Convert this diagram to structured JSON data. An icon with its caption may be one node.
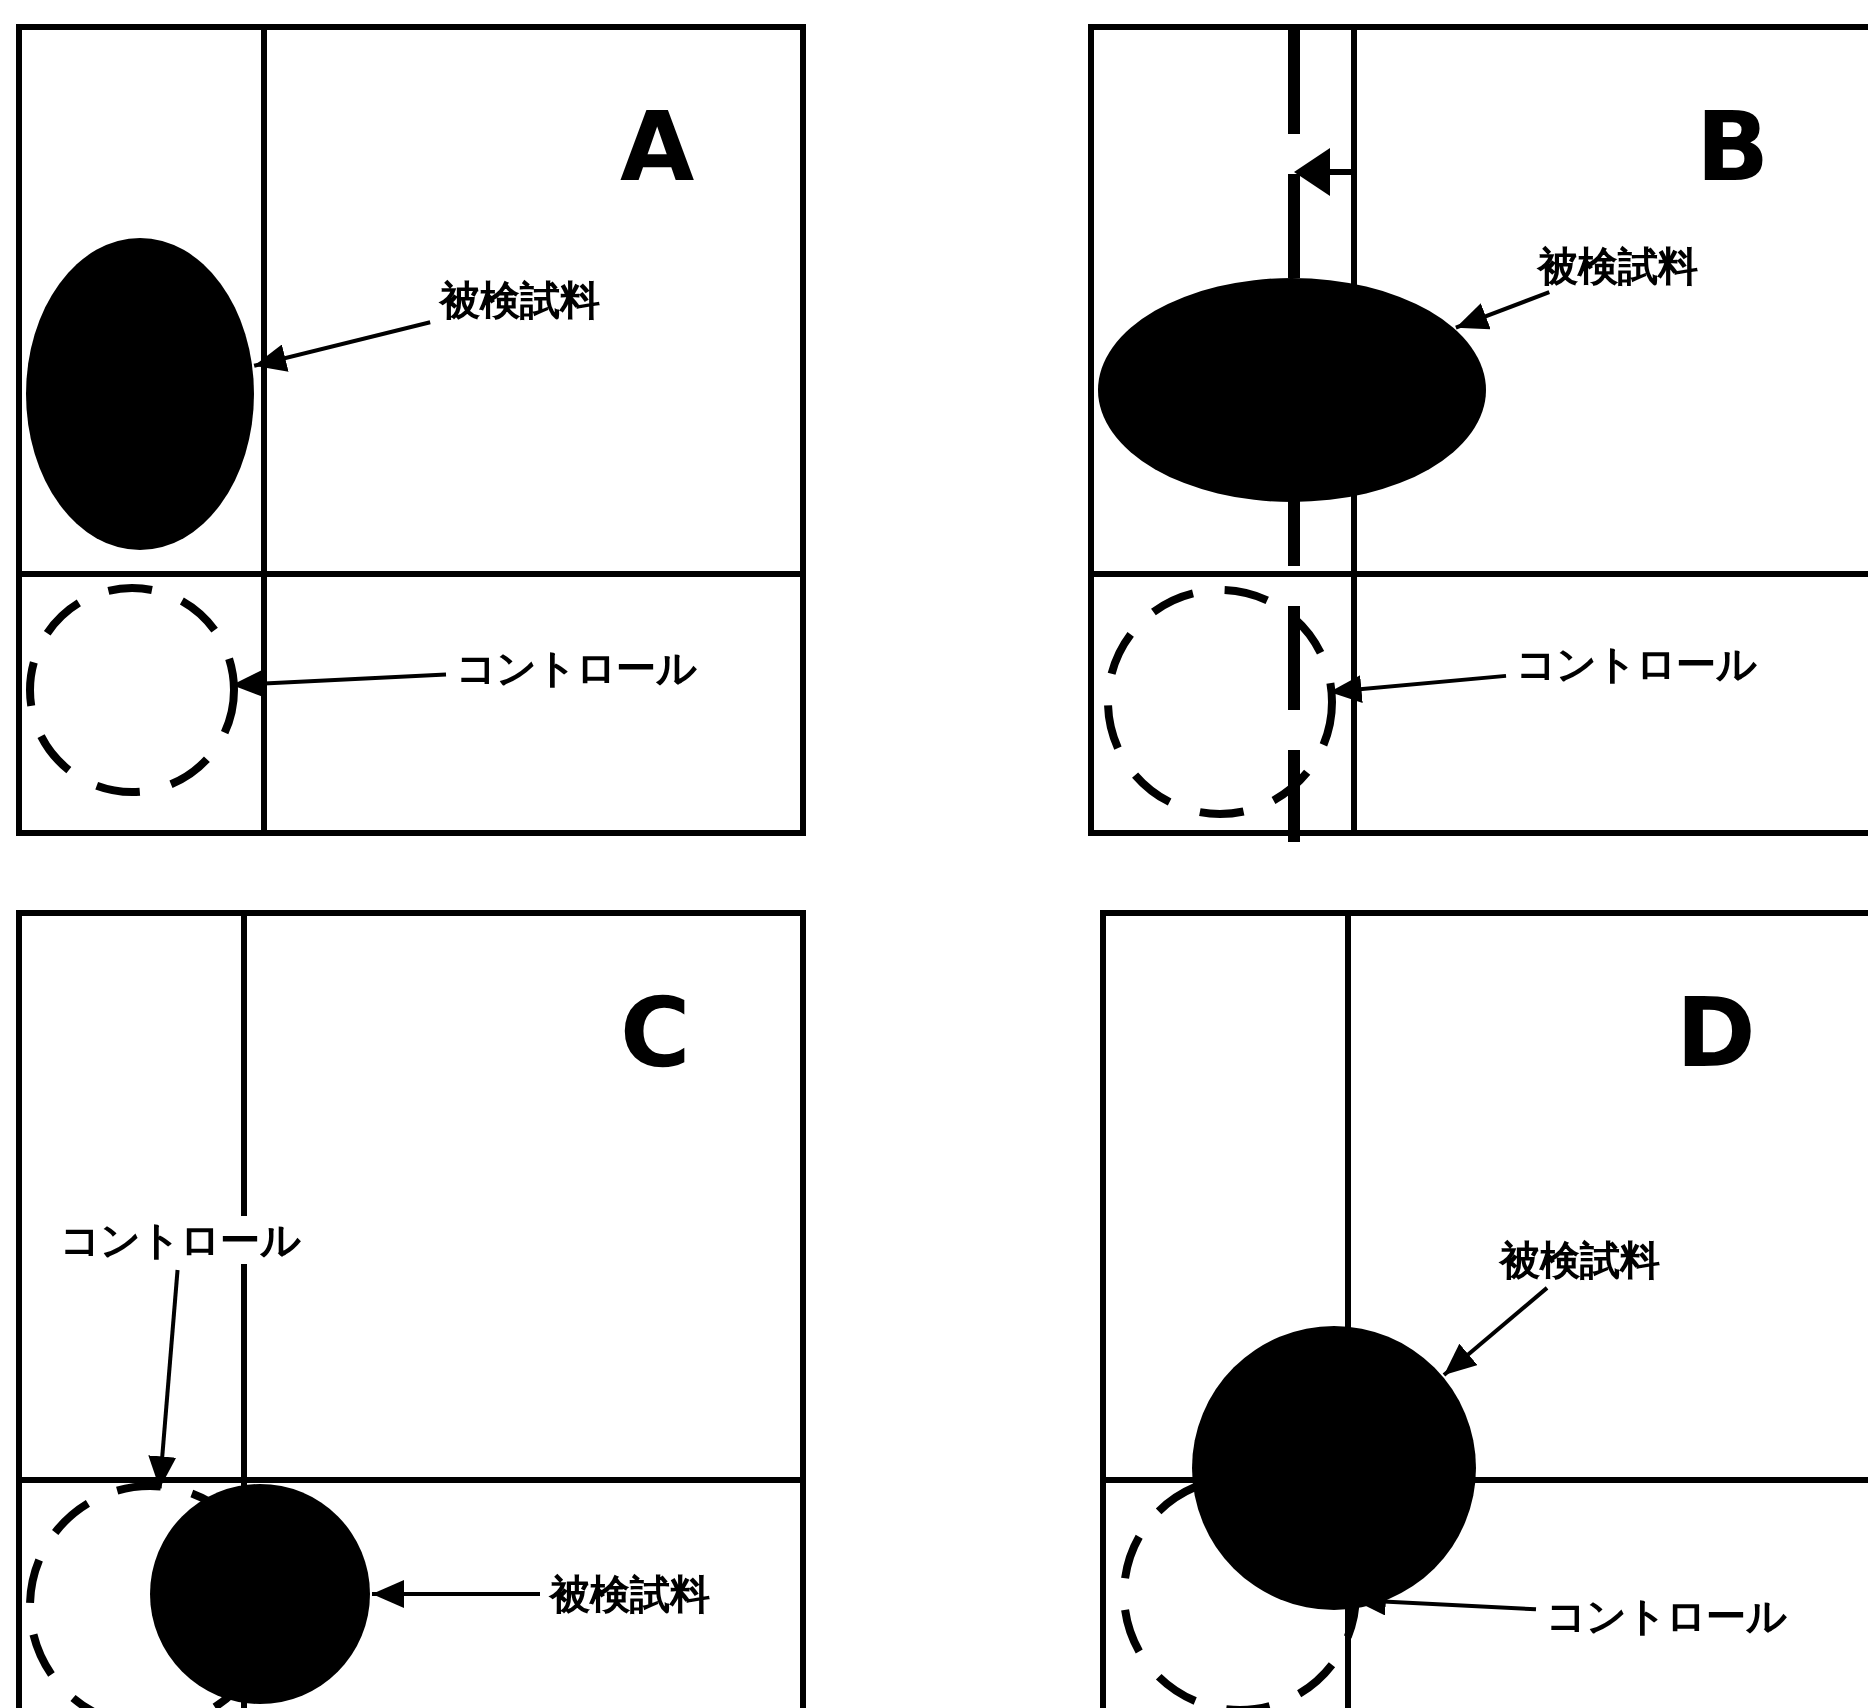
{
  "diagram": {
    "nodes": [
      {
        "text": [
          "A"
        ]
      },
      {
        "text": [],
        "shape": "ellipse",
        "in": 0
      },
      {
        "text": [],
        "shape": "circle",
        "in": 0
      },
      {
        "text": [
          "被検試料"
        ],
        "in": 0
      },
      {
        "text": [
          "コントロール"
        ],
        "in": 0
      },
      {
        "text": [
          "B"
        ]
      },
      {
        "text": [],
        "shape": "ellipse",
        "in": 5
      },
      {
        "text": [],
        "shape": "circle",
        "in": 5
      },
      {
        "text": [
          "被検試料"
        ],
        "in": 5
      },
      {
        "text": [
          "コントロール"
        ],
        "in": 5
      },
      {
        "text": [
          "C"
        ]
      },
      {
        "text": [],
        "shape": "circle",
        "in": 10
      },
      {
        "text": [],
        "shape": "circle",
        "in": 10
      },
      {
        "text": [
          "コントロール"
        ],
        "in": 10
      },
      {
        "text": [
          "被検試料"
        ],
        "in": 10
      },
      {
        "text": [
          "D"
        ]
      },
      {
        "text": [],
        "shape": "circle",
        "in": 15
      },
      {
        "text": [],
        "shape": "circle",
        "in": 15
      },
      {
        "text": [
          "被検試料"
        ],
        "in": 15
      },
      {
        "text": [
          "コントロール"
        ],
        "in": 15
      }
    ],
    "edges": [
      {
        "from": 3,
        "to": 1,
        "arrow": "to"
      },
      {
        "from": 4,
        "to": 2,
        "arrow": "to"
      },
      {
        "from": 8,
        "to": 6,
        "arrow": "to"
      },
      {
        "from": 9,
        "to": 7,
        "arrow": "to"
      },
      {
        "from": 13,
        "to": 12,
        "arrow": "to"
      },
      {
        "from": 14,
        "to": 11,
        "arrow": "to"
      },
      {
        "from": 18,
        "to": 16,
        "arrow": "to"
      },
      {
        "from": 19,
        "to": 17,
        "arrow": "to"
      }
    ]
  }
}
